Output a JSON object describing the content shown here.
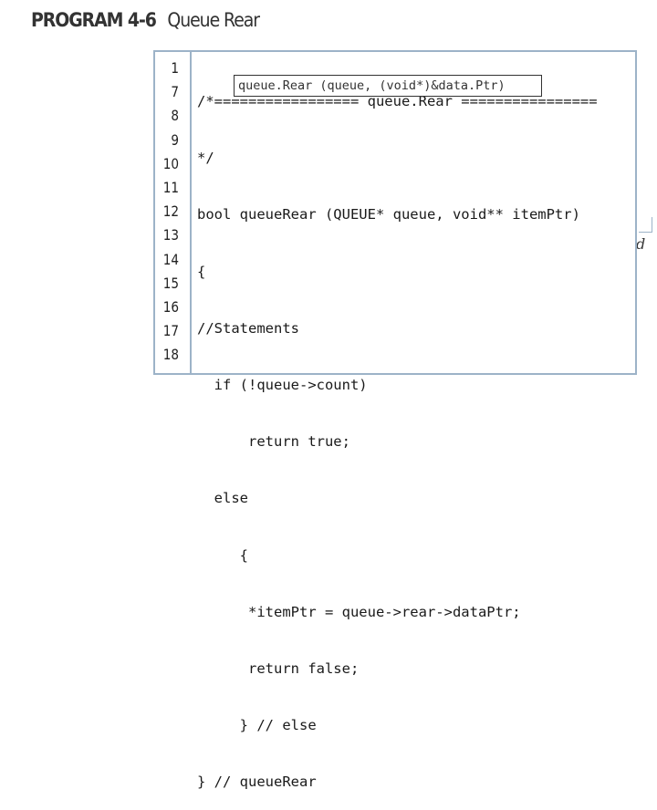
{
  "header": {
    "program_label": "PROGRAM 4-6",
    "title": "Queue Rear"
  },
  "listing": {
    "line_numbers": [
      "1",
      "7",
      "8",
      "9",
      "10",
      "11",
      "12",
      "13",
      "14",
      "15",
      "16",
      "17",
      "18"
    ],
    "lines": [
      "/*================= queue.Rear ================",
      "*/",
      "bool queueRear (QUEUE* queue, void** itemPtr)",
      "{",
      "//Statements",
      "  if (!queue->count)",
      "      return true;",
      "  else",
      "     {",
      "      *itemPtr = queue->rear->dataPtr;",
      "      return false;",
      "     } // else",
      "} // queueRear"
    ]
  },
  "tooltip": {
    "text": "queue.Rear (queue, (void*)&data.Ptr)"
  },
  "background_fragment": {
    "glyph": "d"
  },
  "colors": {
    "box_border": "#9db3c8",
    "text": "#1a1a1a"
  }
}
